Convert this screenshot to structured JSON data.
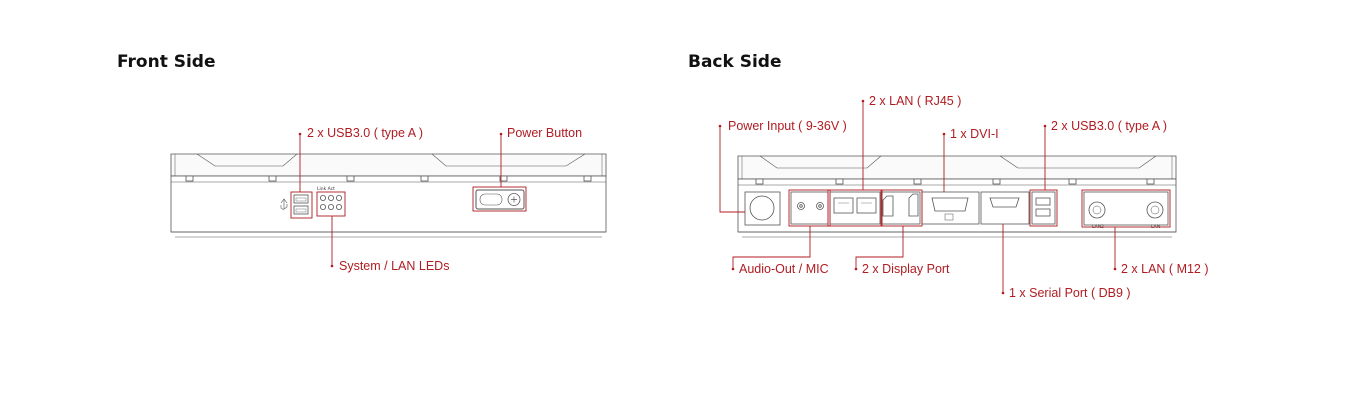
{
  "front": {
    "title": "Front Side",
    "labels": {
      "usb": "2 x USB3.0 ( type A )",
      "power_button": "Power Button",
      "leds": "System / LAN LEDs"
    }
  },
  "back": {
    "title": "Back Side",
    "labels": {
      "power_input": "Power Input ( 9-36V )",
      "lan_rj45": "2 x LAN ( RJ45 )",
      "dvi": "1 x DVI-I",
      "usb": "2 x USB3.0 ( type A )",
      "audio": "Audio-Out / MIC",
      "display_port": "2 x Display Port",
      "serial": "1 x Serial Port ( DB9 )",
      "lan_m12": "2 x LAN ( M12 )"
    }
  },
  "colors": {
    "callout": "#b01c22",
    "outline": "#555555",
    "title": "#111111"
  }
}
